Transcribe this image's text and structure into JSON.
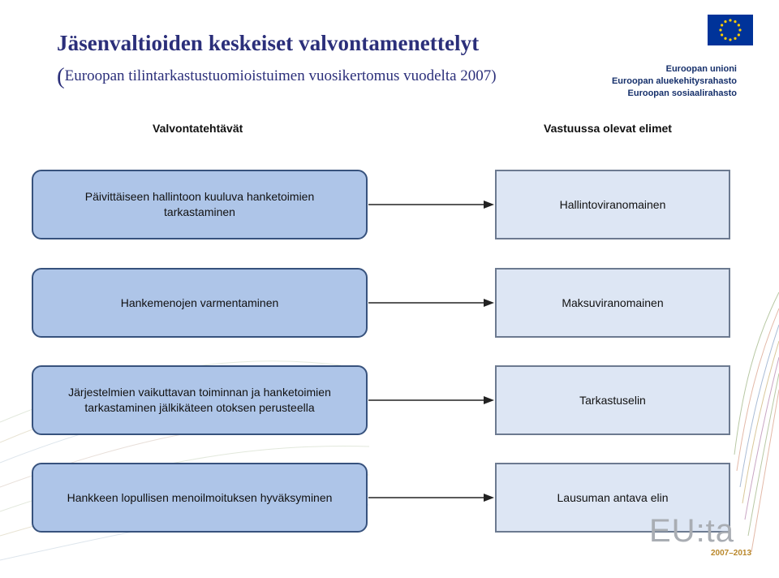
{
  "header": {
    "title": "Jäsenvaltioiden keskeiset valvontamenettelyt",
    "subtitle_paren": "(",
    "subtitle": "Euroopan tilintarkastustuomioistuimen vuosikertomus vuodelta 2007)"
  },
  "eu_logo": {
    "flag_icon": "eu-flag-icon",
    "lines": [
      "Euroopan unioni",
      "Euroopan aluekehitysrahasto",
      "Euroopan sosiaalirahasto"
    ]
  },
  "diagram": {
    "left_header": "Valvontatehtävät",
    "right_header": "Vastuussa olevat elimet",
    "rows": [
      {
        "task": "Päivittäiseen hallintoon kuuluva hanketoimien tarkastaminen",
        "body": "Hallintoviranomainen"
      },
      {
        "task": "Hankemenojen varmentaminen",
        "body": "Maksuviranomainen"
      },
      {
        "task": "Järjestelmien vaikuttavan toiminnan ja hanketoimien tarkastaminen jälkikäteen otoksen perusteella",
        "body": "Tarkastuselin"
      },
      {
        "task": "Hankkeen lopullisen menoilmoituksen hyväksyminen",
        "body": "Lausuman antava elin"
      }
    ]
  },
  "watermark": {
    "text": "EU:ta",
    "years": "2007–2013"
  },
  "colors": {
    "title": "#2b2f7a",
    "task_fill": "#aec5e8",
    "task_border": "#37527d",
    "body_fill": "#dde6f4",
    "arrow": "#222222",
    "eu_flag": "#003399",
    "eu_star": "#ffcc00"
  }
}
